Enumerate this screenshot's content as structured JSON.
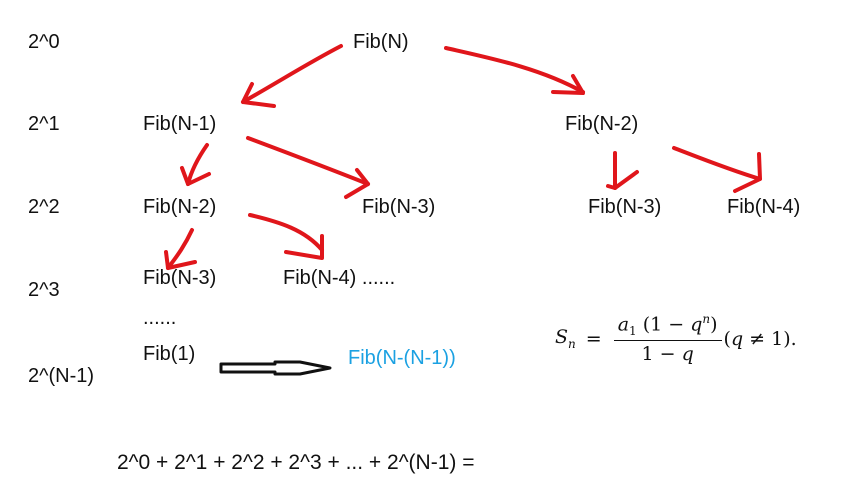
{
  "colors": {
    "arrow": "#e0161b",
    "accent": "#1ba1e2",
    "text": "#111111"
  },
  "levels": [
    "2^0",
    "2^1",
    "2^2",
    "2^3",
    "2^(N-1)"
  ],
  "nodes": {
    "root": "Fib(N)",
    "l1_left": "Fib(N-1)",
    "l1_right": "Fib(N-2)",
    "l2_a": "Fib(N-2)",
    "l2_b": "Fib(N-3)",
    "l2_c": "Fib(N-3)",
    "l2_d": "Fib(N-4)",
    "l3_a": "Fib(N-3)",
    "l3_b": "Fib(N-4) ......",
    "ellipsis": "......",
    "leaf": "Fib(1)",
    "leaf_equiv": "Fib(N-(N-1))"
  },
  "formula": {
    "lhs_S": "S",
    "lhs_sub": "n",
    "equals": "=",
    "num_a": "a",
    "num_a_sub": "1",
    "num_rest_open": " (1 − ",
    "num_q": "q",
    "num_q_sup": "n",
    "num_close": ")",
    "den": "1 − ",
    "den_q": "q",
    "cond_open": "(",
    "cond_q": "q",
    "cond_rest": " ≠ 1).",
    "description": "Geometric series sum formula"
  },
  "sum_expression": "2^0 + 2^1 + 2^2 + 2^3 + ... + 2^(N-1) ="
}
